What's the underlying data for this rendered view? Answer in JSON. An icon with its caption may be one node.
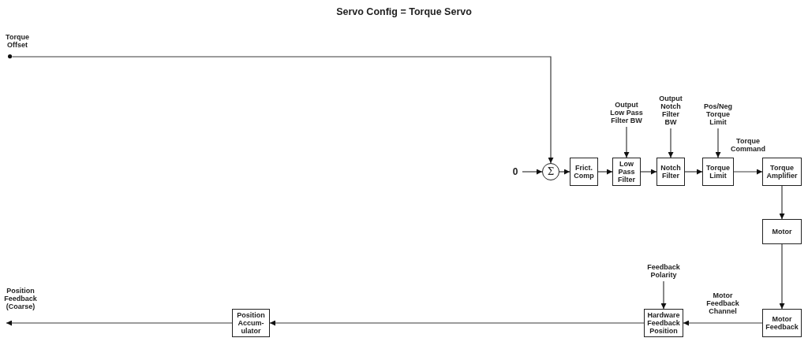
{
  "diagram": {
    "title": "Servo Config = Torque Servo",
    "nodes": [
      {
        "text": [
          "Torque Offset"
        ]
      },
      {
        "text": [
          "Output Low Pass Filter BW"
        ]
      },
      {
        "text": [
          "Output Notch Filter BW"
        ]
      },
      {
        "text": [
          "Pos/Neg Torque Limit"
        ]
      },
      {
        "text": [
          "0"
        ]
      },
      {
        "text": [
          "Σ"
        ]
      },
      {
        "text": [
          "Frict. Comp"
        ]
      },
      {
        "text": [
          "Low Pass Filter"
        ]
      },
      {
        "text": [
          "Notch Filter"
        ]
      },
      {
        "text": [
          "Torque Limit"
        ]
      },
      {
        "text": [
          "Torque Amplifier"
        ]
      },
      {
        "text": [
          "Motor"
        ]
      },
      {
        "text": [
          "Feedback Polarity"
        ]
      },
      {
        "text": [
          "Position Feedback (Coarse)"
        ]
      },
      {
        "text": [
          "Position Accum- ulator"
        ]
      },
      {
        "text": [
          "Hardware Feedback Position"
        ]
      },
      {
        "text": [
          "Motor Feedback"
        ]
      }
    ],
    "edges": [
      {
        "from": 0,
        "to": 5,
        "arrow": "to"
      },
      {
        "from": 4,
        "to": 5,
        "arrow": "to"
      },
      {
        "from": 5,
        "to": 6,
        "arrow": "to"
      },
      {
        "from": 6,
        "to": 7,
        "arrow": "to"
      },
      {
        "from": 1,
        "to": 7,
        "arrow": "to"
      },
      {
        "from": 7,
        "to": 8,
        "arrow": "to"
      },
      {
        "from": 2,
        "to": 8,
        "arrow": "to"
      },
      {
        "from": 8,
        "to": 9,
        "arrow": "to"
      },
      {
        "from": 3,
        "to": 9,
        "arrow": "to"
      },
      {
        "from": 9,
        "to": 10,
        "arrow": "to",
        "label": "Torque Command"
      },
      {
        "from": 10,
        "to": 11,
        "arrow": "to"
      },
      {
        "from": 11,
        "to": 16,
        "arrow": "to"
      },
      {
        "from": 16,
        "to": 15,
        "arrow": "to",
        "label": "Motor Feedback Channel"
      },
      {
        "from": 12,
        "to": 15,
        "arrow": "to"
      },
      {
        "from": 15,
        "to": 14,
        "arrow": "to"
      },
      {
        "from": 14,
        "to": 13,
        "arrow": "to"
      }
    ]
  }
}
